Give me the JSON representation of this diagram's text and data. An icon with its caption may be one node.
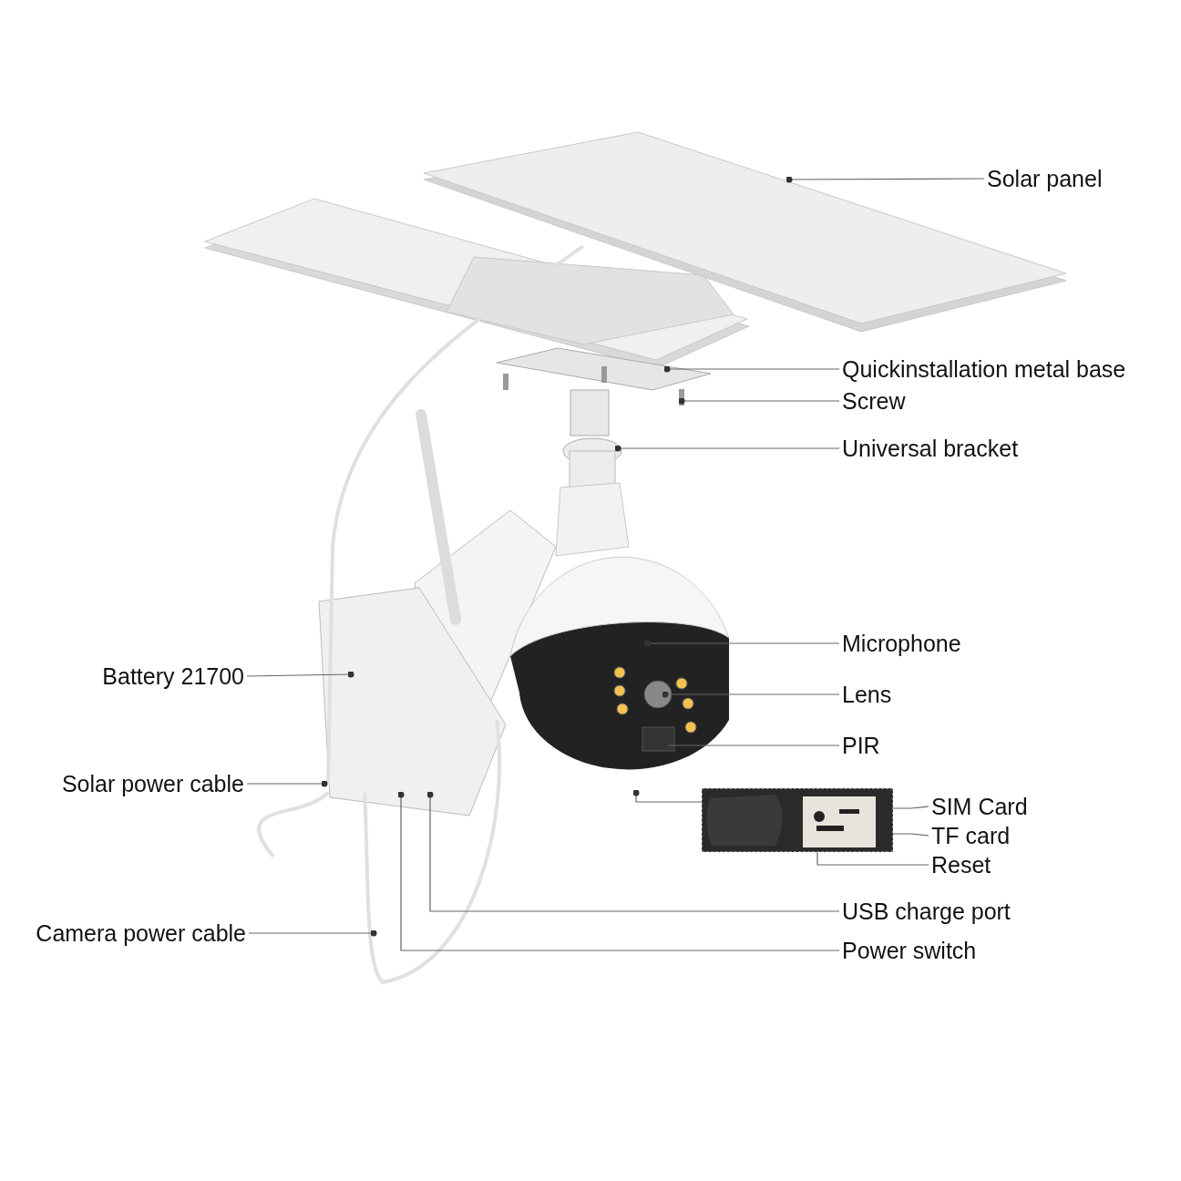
{
  "diagram": {
    "nodes": [
      {
        "text": [
          "Solar panel"
        ]
      },
      {
        "text": [
          "Quickinstallation metal base"
        ]
      },
      {
        "text": [
          "Screw"
        ]
      },
      {
        "text": [
          "Universal bracket"
        ]
      },
      {
        "text": [
          "Microphone"
        ]
      },
      {
        "text": [
          "Battery 21700"
        ]
      },
      {
        "text": [
          "Lens"
        ]
      },
      {
        "text": [
          "PIR"
        ]
      },
      {
        "text": [
          "Solar power cable"
        ]
      },
      {
        "text": [],
        "shape": "picture"
      },
      {
        "text": [
          "SIM Card"
        ]
      },
      {
        "text": [
          "TF card"
        ]
      },
      {
        "text": [
          "Reset"
        ]
      },
      {
        "text": [
          "USB charge port"
        ]
      },
      {
        "text": [
          "Camera power cable"
        ]
      },
      {
        "text": [
          "Power switch"
        ]
      }
    ],
    "edges": [
      {
        "from": 0,
        "to": null,
        "arrow": "other"
      },
      {
        "from": 1,
        "to": null,
        "arrow": "other"
      },
      {
        "from": 2,
        "to": null,
        "arrow": "other"
      },
      {
        "from": 3,
        "to": null,
        "arrow": "other"
      },
      {
        "from": 4,
        "to": null,
        "arrow": "other"
      },
      {
        "from": 5,
        "to": null,
        "arrow": "other"
      },
      {
        "from": 6,
        "to": null,
        "arrow": "other"
      },
      {
        "from": 7,
        "to": null,
        "arrow": "other"
      },
      {
        "from": 8,
        "to": null,
        "arrow": "other"
      },
      {
        "from": 9,
        "to": null,
        "arrow": "other"
      },
      {
        "from": 10,
        "to": 9,
        "arrow": "none"
      },
      {
        "from": 11,
        "to": 9,
        "arrow": "none"
      },
      {
        "from": 12,
        "to": 9,
        "arrow": "none"
      },
      {
        "from": 13,
        "to": null,
        "arrow": "other"
      },
      {
        "from": 14,
        "to": null,
        "arrow": "other"
      },
      {
        "from": 15,
        "to": null,
        "arrow": "other"
      }
    ]
  }
}
